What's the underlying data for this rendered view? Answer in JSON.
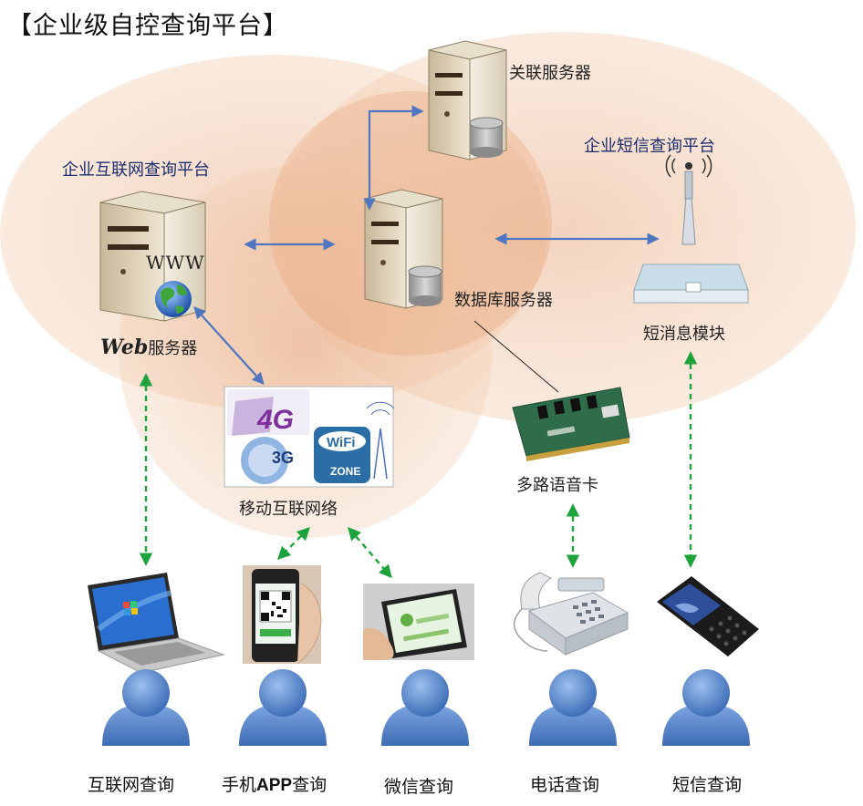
{
  "title": {
    "open_bracket": "【",
    "text": "企业级自控查询平台",
    "close_bracket": "】"
  },
  "platforms": {
    "internet": "企业互联网查询平台",
    "sms": "企业短信查询平台"
  },
  "nodes": {
    "related_server": "关联服务器",
    "db_server": "数据库服务器",
    "web_server_prefix": "Web",
    "web_server_suffix": "服务器",
    "www_text": "WWW",
    "sms_module": "短消息模块",
    "voice_card": "多路语音卡",
    "mobile_net": "移动互联网络"
  },
  "mobile_badges": {
    "g4": "4G",
    "g3": "3G",
    "wifi": "WiFi",
    "zone": "ZONE"
  },
  "users": {
    "internet": "互联网查询",
    "app_prefix": "手机",
    "app_bold": "APP",
    "app_suffix": "查询",
    "wechat": "微信查询",
    "phone": "电话查询",
    "sms": "短信查询"
  },
  "colors": {
    "ellipse": "#f2c9a8",
    "arrow_blue": "#4f76bf",
    "arrow_green": "#1ea33c",
    "person": "#5b8bd0",
    "label_blue": "#1b2d6e"
  }
}
